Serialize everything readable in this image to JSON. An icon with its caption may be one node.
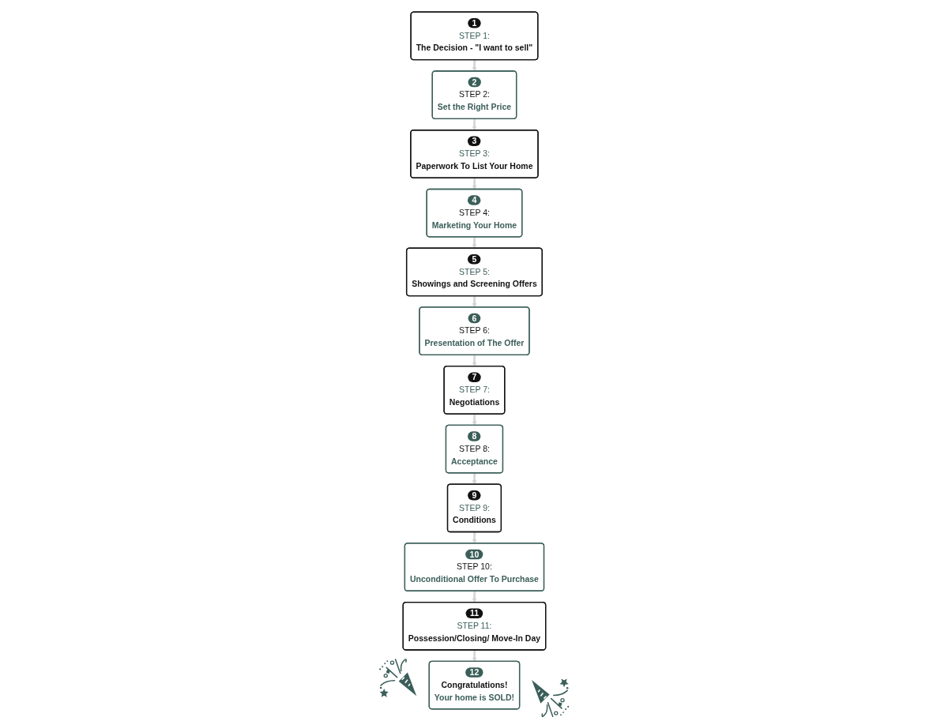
{
  "diagram": {
    "nodes": [
      {
        "text": [
          "1",
          "STEP 1:",
          "The Decision - \"I want to sell\""
        ]
      },
      {
        "text": [
          "2",
          "STEP 2:",
          "Set the Right Price"
        ]
      },
      {
        "text": [
          "3",
          "STEP 3:",
          "Paperwork To List Your Home"
        ]
      },
      {
        "text": [
          "4",
          "STEP 4:",
          "Marketing Your Home"
        ]
      },
      {
        "text": [
          "5",
          "STEP 5:",
          "Showings and Screening Offers"
        ]
      },
      {
        "text": [
          "6",
          "STEP 6:",
          "Presentation of The Offer"
        ]
      },
      {
        "text": [
          "7",
          "STEP 7:",
          "Negotiations"
        ]
      },
      {
        "text": [
          "8",
          "STEP 8:",
          "Acceptance"
        ]
      },
      {
        "text": [
          "9",
          "STEP 9:",
          "Conditions"
        ]
      },
      {
        "text": [
          "10",
          "STEP 10:",
          "Unconditional Offer To Purchase"
        ]
      },
      {
        "text": [
          "11",
          "STEP 11:",
          "Possession/Closing/ Move-In Day"
        ]
      },
      {
        "text": [
          "12",
          "Congratulations!",
          "Your home is SOLD!"
        ]
      }
    ],
    "edges": [
      {
        "from": 0,
        "to": 1,
        "arrow": "to"
      },
      {
        "from": 1,
        "to": 2,
        "arrow": "to"
      },
      {
        "from": 2,
        "to": 3,
        "arrow": "to"
      },
      {
        "from": 3,
        "to": 4,
        "arrow": "to"
      },
      {
        "from": 4,
        "to": 5,
        "arrow": "to"
      },
      {
        "from": 5,
        "to": 6,
        "arrow": "to"
      },
      {
        "from": 6,
        "to": 7,
        "arrow": "to"
      },
      {
        "from": 7,
        "to": 8,
        "arrow": "to"
      },
      {
        "from": 8,
        "to": 9,
        "arrow": "to"
      },
      {
        "from": 9,
        "to": 10,
        "arrow": "to"
      },
      {
        "from": 10,
        "to": 11,
        "arrow": "to"
      }
    ]
  }
}
